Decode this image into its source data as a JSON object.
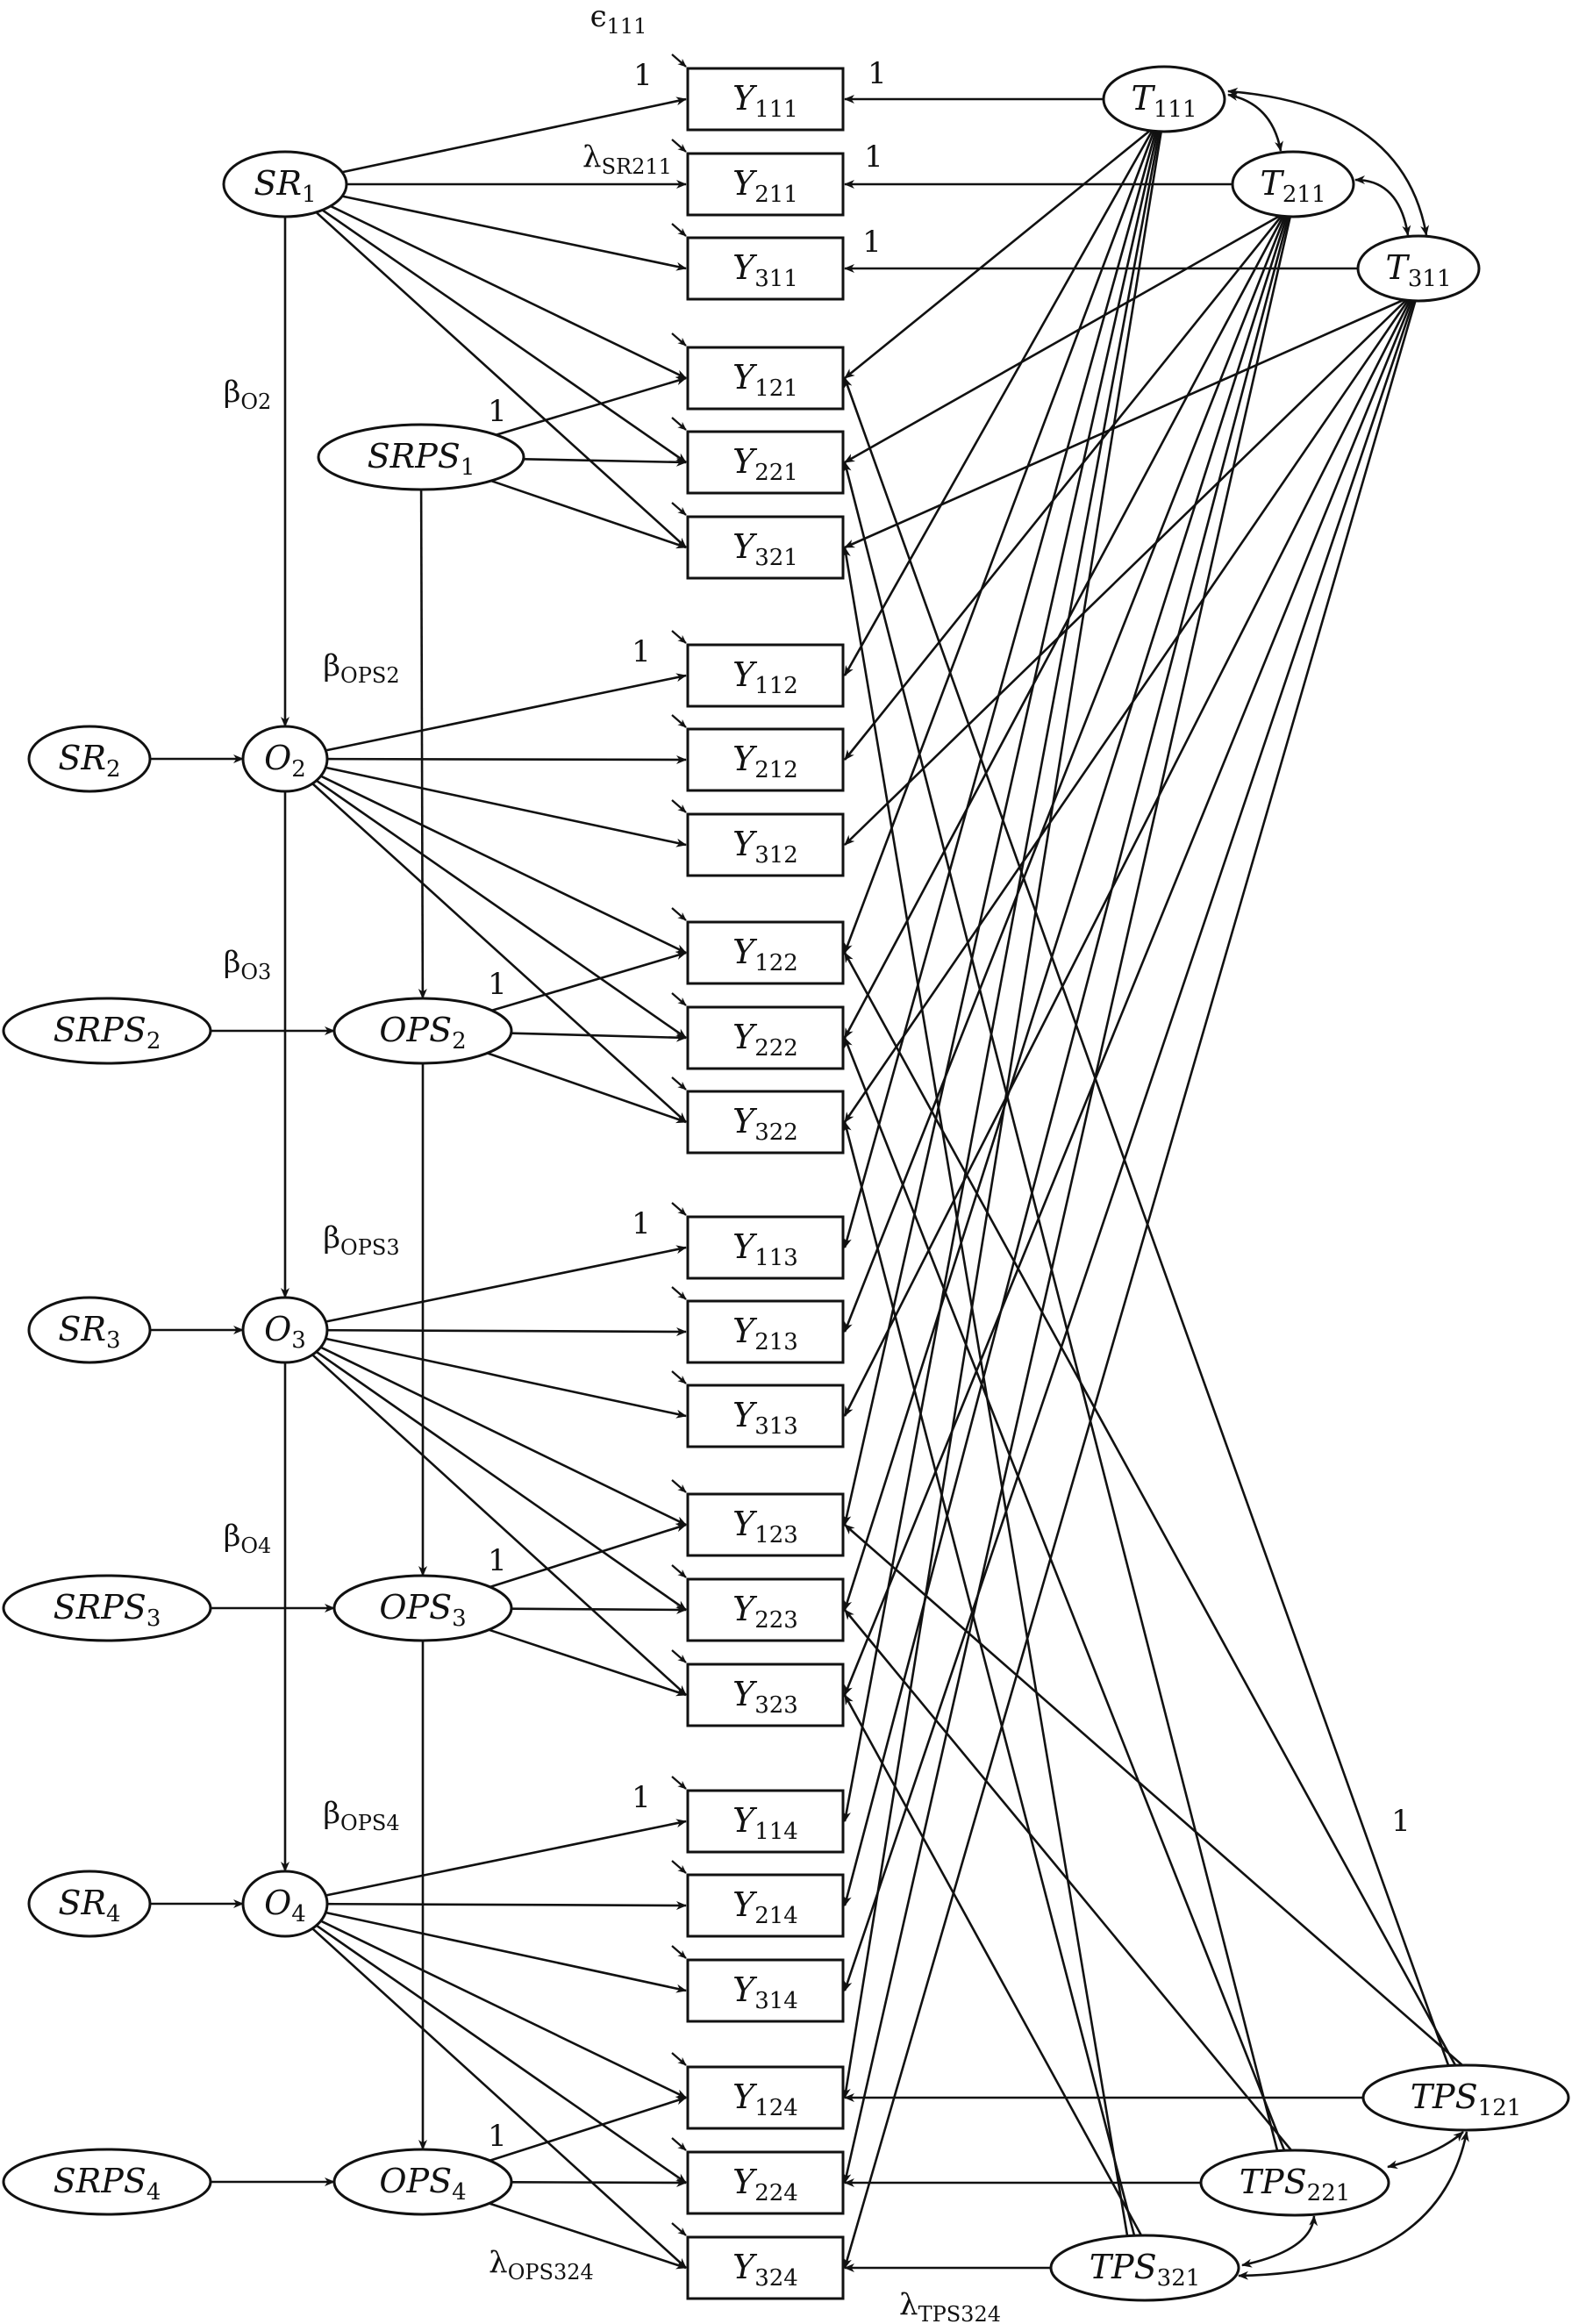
{
  "diagram": {
    "ellipses": [
      {
        "id": "SR1",
        "base": "SR",
        "sub": "1"
      },
      {
        "id": "SRPS1",
        "base": "SRPS",
        "sub": "1"
      },
      {
        "id": "SR2",
        "base": "SR",
        "sub": "2"
      },
      {
        "id": "O2",
        "base": "O",
        "sub": "2"
      },
      {
        "id": "SRPS2",
        "base": "SRPS",
        "sub": "2"
      },
      {
        "id": "OPS2",
        "base": "OPS",
        "sub": "2"
      },
      {
        "id": "SR3",
        "base": "SR",
        "sub": "3"
      },
      {
        "id": "O3",
        "base": "O",
        "sub": "3"
      },
      {
        "id": "SRPS3",
        "base": "SRPS",
        "sub": "3"
      },
      {
        "id": "OPS3",
        "base": "OPS",
        "sub": "3"
      },
      {
        "id": "SR4",
        "base": "SR",
        "sub": "4"
      },
      {
        "id": "O4",
        "base": "O",
        "sub": "4"
      },
      {
        "id": "SRPS4",
        "base": "SRPS",
        "sub": "4"
      },
      {
        "id": "OPS4",
        "base": "OPS",
        "sub": "4"
      },
      {
        "id": "T111",
        "base": "T",
        "sub": "111"
      },
      {
        "id": "T211",
        "base": "T",
        "sub": "211"
      },
      {
        "id": "T311",
        "base": "T",
        "sub": "311"
      },
      {
        "id": "TPS121",
        "base": "TPS",
        "sub": "121"
      },
      {
        "id": "TPS221",
        "base": "TPS",
        "sub": "221"
      },
      {
        "id": "TPS321",
        "base": "TPS",
        "sub": "321"
      }
    ],
    "observed": [
      {
        "id": "Y111",
        "base": "Y",
        "sub": "111"
      },
      {
        "id": "Y211",
        "base": "Y",
        "sub": "211"
      },
      {
        "id": "Y311",
        "base": "Y",
        "sub": "311"
      },
      {
        "id": "Y121",
        "base": "Y",
        "sub": "121"
      },
      {
        "id": "Y221",
        "base": "Y",
        "sub": "221"
      },
      {
        "id": "Y321",
        "base": "Y",
        "sub": "321"
      },
      {
        "id": "Y112",
        "base": "Y",
        "sub": "112"
      },
      {
        "id": "Y212",
        "base": "Y",
        "sub": "212"
      },
      {
        "id": "Y312",
        "base": "Y",
        "sub": "312"
      },
      {
        "id": "Y122",
        "base": "Y",
        "sub": "122"
      },
      {
        "id": "Y222",
        "base": "Y",
        "sub": "222"
      },
      {
        "id": "Y322",
        "base": "Y",
        "sub": "322"
      },
      {
        "id": "Y113",
        "base": "Y",
        "sub": "113"
      },
      {
        "id": "Y213",
        "base": "Y",
        "sub": "213"
      },
      {
        "id": "Y313",
        "base": "Y",
        "sub": "313"
      },
      {
        "id": "Y123",
        "base": "Y",
        "sub": "123"
      },
      {
        "id": "Y223",
        "base": "Y",
        "sub": "223"
      },
      {
        "id": "Y323",
        "base": "Y",
        "sub": "323"
      },
      {
        "id": "Y114",
        "base": "Y",
        "sub": "114"
      },
      {
        "id": "Y214",
        "base": "Y",
        "sub": "214"
      },
      {
        "id": "Y314",
        "base": "Y",
        "sub": "314"
      },
      {
        "id": "Y124",
        "base": "Y",
        "sub": "124"
      },
      {
        "id": "Y224",
        "base": "Y",
        "sub": "224"
      },
      {
        "id": "Y324",
        "base": "Y",
        "sub": "324"
      }
    ],
    "edge_labels": [
      {
        "id": "eps",
        "base": "ϵ",
        "sub": "111"
      },
      {
        "id": "one_Y111",
        "text": "1"
      },
      {
        "id": "lam_SR",
        "base": "λ",
        "sub": "SR211"
      },
      {
        "id": "one_T111",
        "text": "1"
      },
      {
        "id": "one_T211",
        "text": "1"
      },
      {
        "id": "one_T311",
        "text": "1"
      },
      {
        "id": "bO2",
        "base": "β",
        "sub": "O2"
      },
      {
        "id": "one_SRPS1",
        "text": "1"
      },
      {
        "id": "bOPS2",
        "base": "β",
        "sub": "OPS2"
      },
      {
        "id": "one_O2",
        "text": "1"
      },
      {
        "id": "bO3",
        "base": "β",
        "sub": "O3"
      },
      {
        "id": "one_OPS2",
        "text": "1"
      },
      {
        "id": "bOPS3",
        "base": "β",
        "sub": "OPS3"
      },
      {
        "id": "one_O3",
        "text": "1"
      },
      {
        "id": "bO4",
        "base": "β",
        "sub": "O4"
      },
      {
        "id": "one_OPS3",
        "text": "1"
      },
      {
        "id": "bOPS4",
        "base": "β",
        "sub": "OPS4"
      },
      {
        "id": "one_O4",
        "text": "1"
      },
      {
        "id": "one_TPS",
        "text": "1"
      },
      {
        "id": "one_OPS4",
        "text": "1"
      },
      {
        "id": "lam_OPS",
        "base": "λ",
        "sub": "OPS324"
      },
      {
        "id": "lam_TPS",
        "base": "λ",
        "sub": "TPS324"
      }
    ]
  }
}
